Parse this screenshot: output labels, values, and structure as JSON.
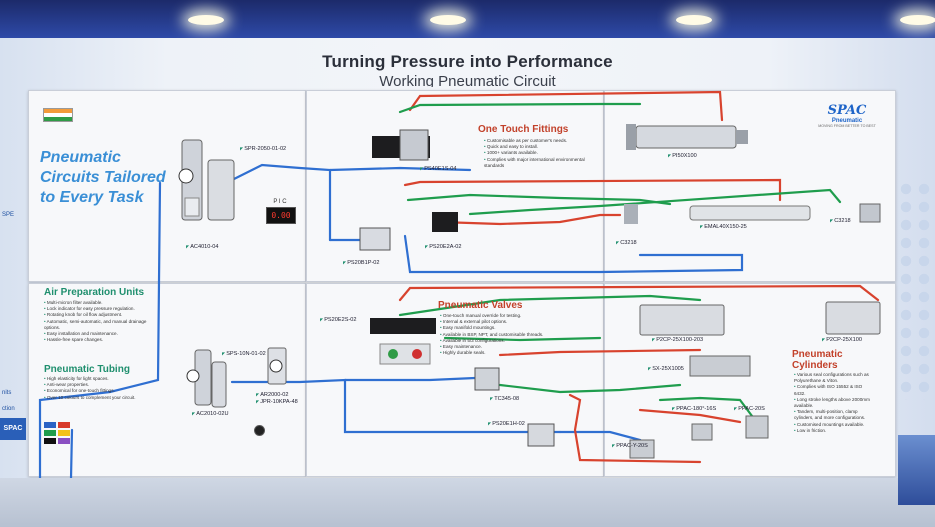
{
  "header": {
    "title": "Turning Pressure into Performance",
    "subtitle": "Working Pneumatic Circuit"
  },
  "brand": {
    "name": "SPAC",
    "sub": "Pneumatic",
    "tagline": "MOVING FROM BETTER TO BEST"
  },
  "left_panel": {
    "big_title": "Pneumatic Circuits Tailored to Every Task",
    "lcd_caption": "P I C",
    "lcd_value": "0.00"
  },
  "sections": {
    "air_prep": {
      "title": "Air Preparation Units",
      "bullets": [
        "Multi-micron filter available.",
        "Lock indicator for easy pressure regulation.",
        "Rotating knob for oil flow adjustment.",
        "Automatic, semi-automatic, and manual drainage options.",
        "Easy installation and maintenance.",
        "Hassle-free spare changes."
      ]
    },
    "tubing": {
      "title": "Pneumatic Tubing",
      "bullets": [
        "High elasticity for light spaces.",
        "Anti-wear properties.",
        "Economical for one-touch fittings.",
        "Over 10 colours to complement your circuit."
      ]
    },
    "fittings": {
      "title": "One Touch Fittings",
      "bullets": [
        "Customisable as per customer's needs.",
        "Quick and easy to install.",
        "1000+ variants available.",
        "Complies with major international environmental standards"
      ]
    },
    "valves": {
      "title": "Pneumatic Valves",
      "bullets": [
        "One-touch manual override for testing.",
        "Internal & external pilot options.",
        "Easy manifold mountings.",
        "Available in BSP, NPT, and customisable threads.",
        "Available in 5/3 configurations.",
        "Easy maintenance.",
        "Highly durable seals."
      ]
    },
    "cylinders": {
      "title": "Pneumatic Cylinders",
      "bullets": [
        "Various seal configurations such as Polyurethane & Viton.",
        "Complies with ISO 15552 & ISO 6432.",
        "Long stroke lengths above 2000mm available.",
        "Tandem, multi-position, clamp cylinders, and more configurations.",
        "Customised mountings available.",
        "Low in friction."
      ]
    }
  },
  "part_labels": {
    "spr": "SPR-2050-01-02",
    "ac4010": "AC4010-04",
    "ps40e": "PS40E1S-04",
    "ps20b1p": "PS20B1P-02",
    "ps20e2a": "PS20E2A-02",
    "pi": "PI50X100",
    "emal": "EMAL40X150-25",
    "c3218a": "C3218",
    "c3218b": "C3218",
    "ps20e2s": "PS20E2S-02",
    "sps": "SPS-10N-01-02",
    "ar2000": "AR2000-02",
    "ac2010": "AC2010-02U",
    "jpr": "JPR-10KPA-48",
    "tc345": "TC345-08",
    "ps20e1h": "PS20E1H-02",
    "p2cp25a": "P2CP-25X100-203",
    "p2cp25b": "P2CP-25X100",
    "sx25": "SX-25X1005",
    "ppac180": "PPAC-180°-16S",
    "ppac20": "PPAC-20S",
    "ppacy": "PPAC-Y-20S"
  },
  "side": {
    "left_top": "SPE",
    "left_bottom": "ction",
    "left_mid": "nits",
    "spac_sign": "SPAC"
  },
  "colors": {
    "tube_blue": "#2f6fd1",
    "tube_red": "#d8432e",
    "tube_green": "#1f9d4d",
    "accent_title": "#3a8fd6",
    "section_green": "#1f8f6e",
    "section_red": "#c2412a",
    "brand_blue": "#1e64c8"
  }
}
